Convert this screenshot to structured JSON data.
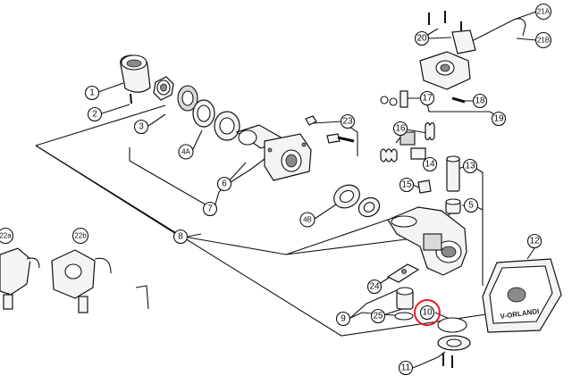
{
  "callouts": {
    "c1": "1",
    "c2": "2",
    "c3": "3",
    "c4a": "4A",
    "c4b": "4B",
    "c5": "5",
    "c6": "6",
    "c7": "7",
    "c8": "8",
    "c9": "9",
    "c10": "10",
    "c11": "11",
    "c12": "12",
    "c13": "13",
    "c14": "14",
    "c15": "15",
    "c16": "16",
    "c17": "17",
    "c18": "18",
    "c19": "19",
    "c20": "20",
    "c21a": "21A",
    "c21b": "21B",
    "c22a": "22a",
    "c22b": "22b",
    "c23": "23",
    "c24": "24",
    "c25": "25"
  },
  "housing_brand": "V-ORLANDI",
  "highlight_color": "#e41b23"
}
